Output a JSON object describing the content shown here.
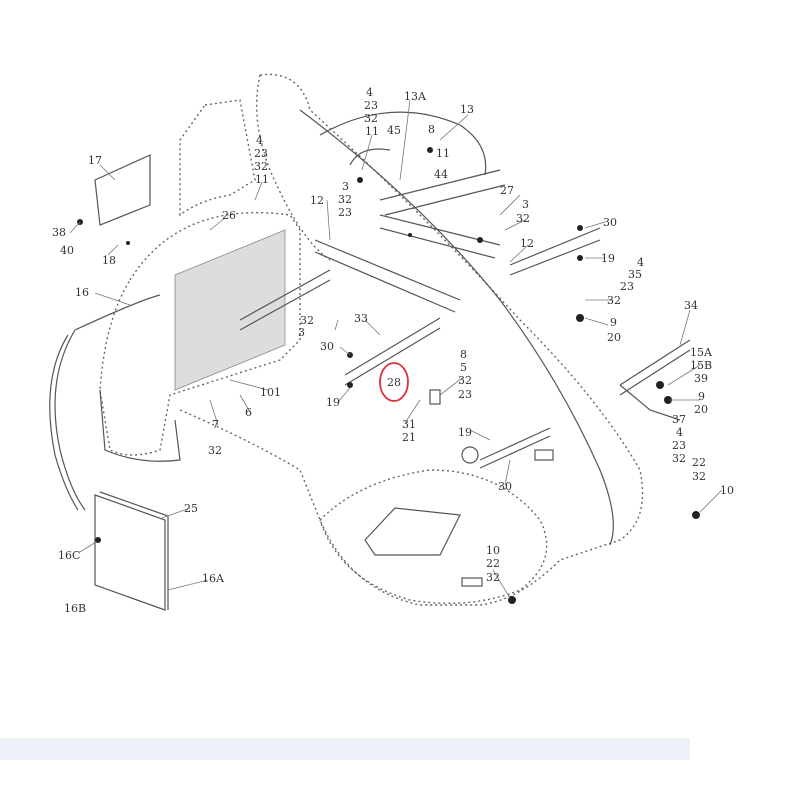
{
  "diagram": {
    "highlight_color": "#d9343a",
    "highlighted_label": "28",
    "labels": [
      "17",
      "38",
      "40",
      "18",
      "26",
      "16",
      "4",
      "23",
      "32",
      "11",
      "4",
      "23",
      "32",
      "11",
      "13A",
      "13",
      "45",
      "8",
      "11",
      "44",
      "12",
      "3",
      "32",
      "23",
      "27",
      "3",
      "32",
      "12",
      "30",
      "19",
      "4",
      "35",
      "23",
      "32",
      "9",
      "20",
      "34",
      "15A",
      "15B",
      "39",
      "9",
      "20",
      "37",
      "4",
      "23",
      "32",
      "22",
      "32",
      "10",
      "32",
      "3",
      "33",
      "30",
      "19",
      "28",
      "8",
      "5",
      "32",
      "23",
      "31",
      "21",
      "101",
      "6",
      "7",
      "32",
      "19",
      "30",
      "10",
      "22",
      "32",
      "25",
      "16C",
      "16A",
      "16B"
    ]
  }
}
